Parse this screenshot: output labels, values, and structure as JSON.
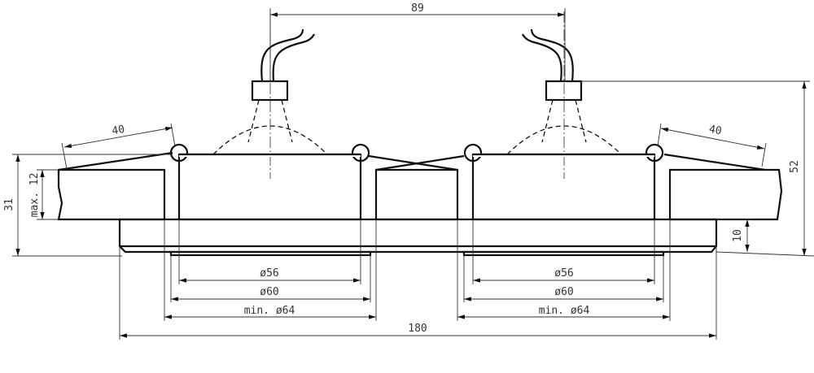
{
  "drawing": {
    "dimensions": {
      "spacing": "89",
      "wire_length_left": "40",
      "wire_length_right": "40",
      "total_height": "31",
      "ceiling_max": "max. 12",
      "frame_height": "10",
      "overall_height": "52",
      "left_d56": "ø56",
      "left_d60": "ø60",
      "left_d64": "min. ø64",
      "right_d56": "ø56",
      "right_d60": "ø60",
      "right_d64": "min. ø64",
      "total_width": "180"
    }
  }
}
